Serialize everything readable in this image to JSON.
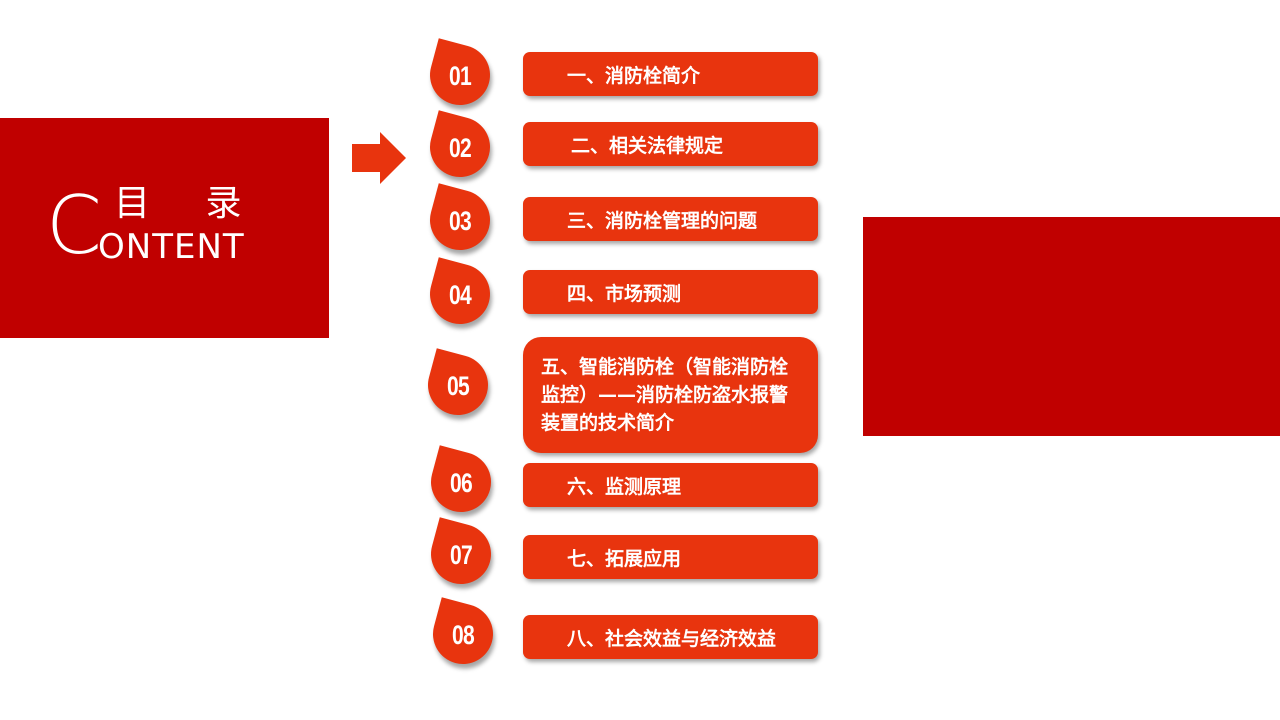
{
  "title": {
    "cn": "目 录",
    "en_initial": "C",
    "en_rest": "ONTENT"
  },
  "colors": {
    "panel": "#c00000",
    "accent": "#e8340e",
    "text": "#ffffff"
  },
  "items": [
    {
      "num": "01",
      "label": "一、消防栓简介"
    },
    {
      "num": "02",
      "label": "二、相关法律规定"
    },
    {
      "num": "03",
      "label": "三、消防栓管理的问题"
    },
    {
      "num": "04",
      "label": "四、市场预测"
    },
    {
      "num": "05",
      "label": "五、智能消防栓（智能消防栓监控）——消防栓防盗水报警装置的技术简介"
    },
    {
      "num": "06",
      "label": "六、监测原理"
    },
    {
      "num": "07",
      "label": "七、拓展应用"
    },
    {
      "num": "08",
      "label": "八、社会效益与经济效益"
    }
  ]
}
